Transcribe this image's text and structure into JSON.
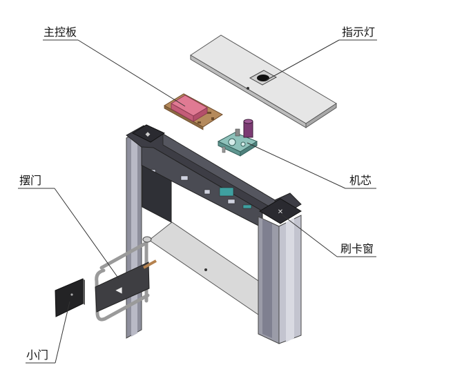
{
  "diagram": {
    "labels": {
      "main_board": "主控板",
      "indicator_light": "指示灯",
      "core": "机芯",
      "swing_door": "摆门",
      "card_window": "刷卡窗",
      "small_door": "小门"
    },
    "colors": {
      "body_dark": "#3d3d45",
      "column_light": "#b9bac6",
      "column_mid": "#8e8f9c",
      "panel_grey": "#dcdcdc",
      "board_pink": "#d9708c",
      "board_pcb": "#b58a5c",
      "core_teal": "#78b2ac",
      "core_purple": "#7b3a73",
      "leader_line": "#333333"
    }
  }
}
